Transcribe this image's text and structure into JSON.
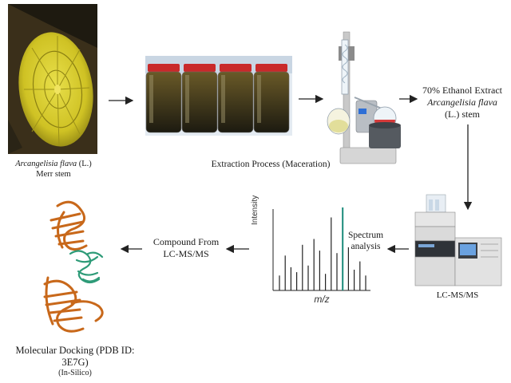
{
  "stem": {
    "caption_line1_italic": "Arcangelisia flava",
    "caption_line1_rest": " (L.)",
    "caption_line2": "Merr stem"
  },
  "extraction": {
    "caption": "Extraction Process (Maceration)"
  },
  "extract": {
    "line1": "70% Ethanol Extract",
    "line2_italic": "Arcangelisia flava",
    "line3": "(L.) stem"
  },
  "lcms": {
    "caption": "LC-MS/MS"
  },
  "spectrum_analysis": {
    "line1": "Spectrum",
    "line2": "analysis"
  },
  "spectrum": {
    "ylabel": "Intensity",
    "xlabel": "m/z",
    "peaks": [
      0.18,
      0.42,
      0.28,
      0.22,
      0.55,
      0.3,
      0.62,
      0.48,
      0.2,
      0.88,
      0.45,
      1.0,
      0.52,
      0.25,
      0.35,
      0.18
    ]
  },
  "compound": {
    "line1": "Compound From",
    "line2": "LC-MS/MS"
  },
  "docking": {
    "line1": "Molecular Docking (PDB ID:",
    "line2": "3E7G)",
    "line3": "(In-Silico)"
  },
  "colors": {
    "stem_yellow": "#d8cf2a",
    "protein_orange": "#c8681a",
    "ligand_green": "#2e9b78",
    "spectrum_highlight": "#1a8a7a",
    "flask_red": "#d63a3a"
  }
}
